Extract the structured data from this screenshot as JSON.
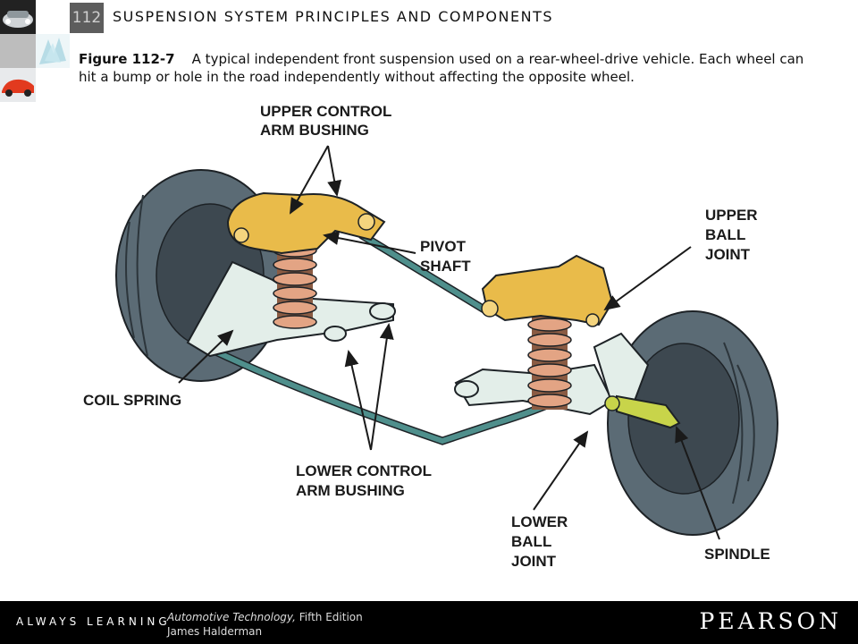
{
  "header": {
    "chapter_number": "112",
    "chapter_title": "SUSPENSION SYSTEM PRINCIPLES AND COMPONENTS"
  },
  "caption": {
    "figure_label": "Figure 112-7",
    "text": "A typical independent front suspension used on a rear-wheel-drive vehicle. Each wheel can hit a bump or hole in the road independently without affecting the opposite wheel."
  },
  "diagram": {
    "labels": {
      "upper_control_arm_bushing_1": "UPPER CONTROL",
      "upper_control_arm_bushing_2": "ARM BUSHING",
      "pivot_shaft_1": "PIVOT",
      "pivot_shaft_2": "SHAFT",
      "upper_ball_joint_1": "UPPER",
      "upper_ball_joint_2": "BALL",
      "upper_ball_joint_3": "JOINT",
      "coil_spring": "COIL SPRING",
      "lower_control_arm_bushing_1": "LOWER CONTROL",
      "lower_control_arm_bushing_2": "ARM BUSHING",
      "lower_ball_joint_1": "LOWER",
      "lower_ball_joint_2": "BALL",
      "lower_ball_joint_3": "JOINT",
      "spindle": "SPINDLE"
    },
    "colors": {
      "tire": "#5b6b75",
      "tire_dark": "#3d4850",
      "control_arm": "#e9bb4a",
      "spring": "#e3a484",
      "frame": "#e3eee9",
      "stabilizer_bar": "#4f8f8c",
      "spindle": "#c8d44a"
    }
  },
  "footer": {
    "tagline": "ALWAYS LEARNING",
    "book_title": "Automotive Technology,",
    "book_edition": " Fifth Edition",
    "author": "James Halderman",
    "publisher": "PEARSON"
  }
}
